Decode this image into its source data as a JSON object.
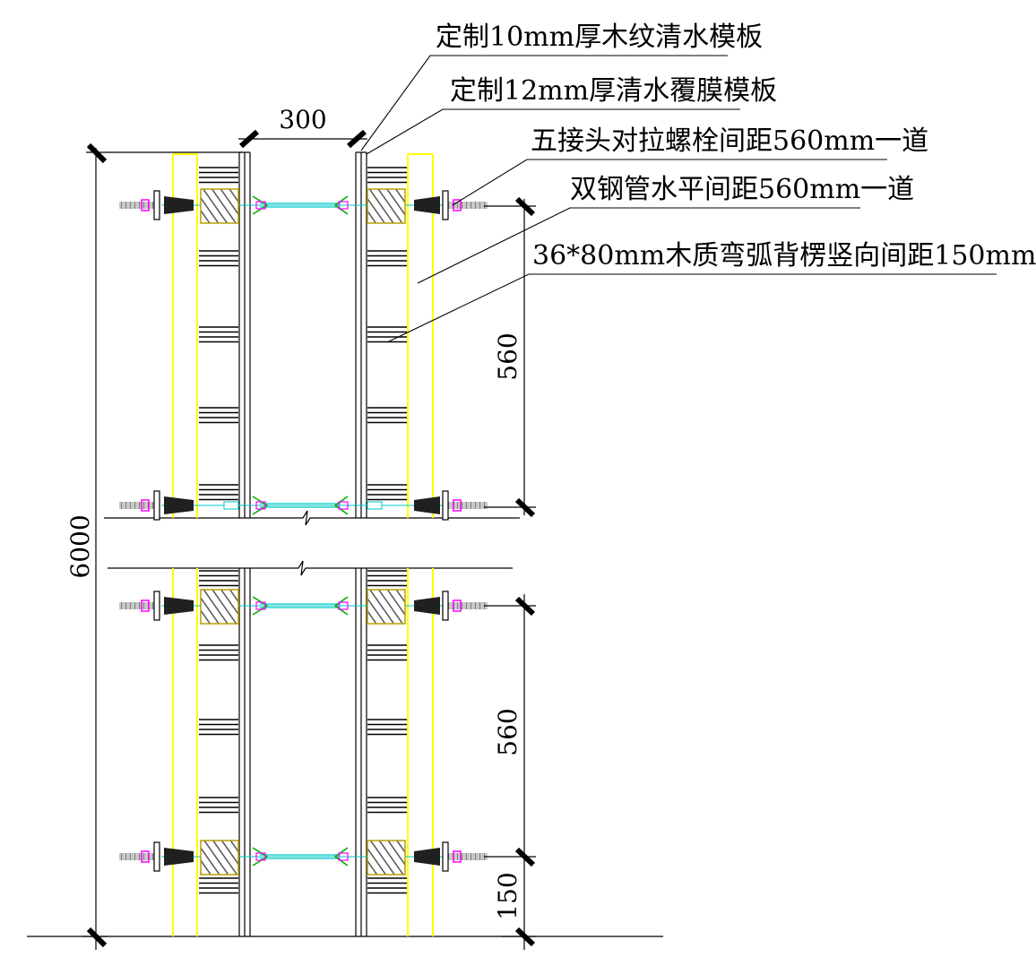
{
  "callouts": [
    "定制10mm厚木纹清水模板",
    "定制12mm厚清水覆膜模板",
    "五接头对拉螺栓间距560mm一道",
    "双钢管水平间距560mm一道",
    "36*80mm木质弯弧背楞竖向间距150mm一道"
  ],
  "dimensions": {
    "width": "300",
    "total_height": "6000",
    "spacing_top": "560",
    "spacing_bottom": "560",
    "base_offset": "150"
  },
  "colors": {
    "line": "#000000",
    "steel_pipe": "#ffff00",
    "tie_rod": "#00c8c8",
    "waler_hatch": "#b8a000",
    "nut": "#ff00ff",
    "cone": "#202020",
    "clip": "#00b000"
  }
}
